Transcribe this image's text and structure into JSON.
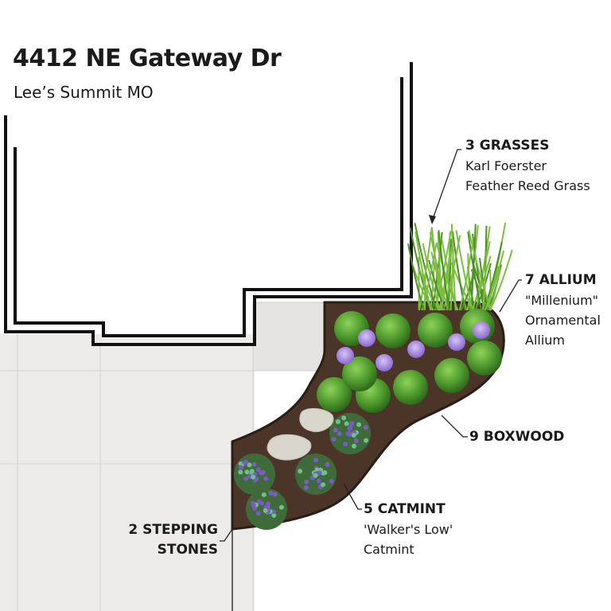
{
  "header": {
    "title": "4412 NE Gateway Dr",
    "subtitle": "Lee’s Summit MO"
  },
  "labels": {
    "grasses": {
      "count_name": "3 GRASSES",
      "line1": "Karl Foerster",
      "line2": "Feather Reed Grass"
    },
    "allium": {
      "count_name": "7 ALLIUM",
      "line1": "\"Millenium\"",
      "line2": "Ornamental",
      "line3": "Allium"
    },
    "boxwood": {
      "count_name": "9 BOXWOOD"
    },
    "catmint": {
      "count_name": "5 CATMINT",
      "line1": "'Walker's Low'",
      "line2": "Catmint"
    },
    "stones": {
      "line1": "2 STEPPING",
      "line2": "STONES"
    }
  },
  "colors": {
    "mulch": "#4a3528",
    "boxwood": "#4f9a2e",
    "allium": "#a98be0",
    "catmint": "#7a5bc0",
    "patio": "#ecebe9",
    "stone": "#d9d6cc"
  }
}
